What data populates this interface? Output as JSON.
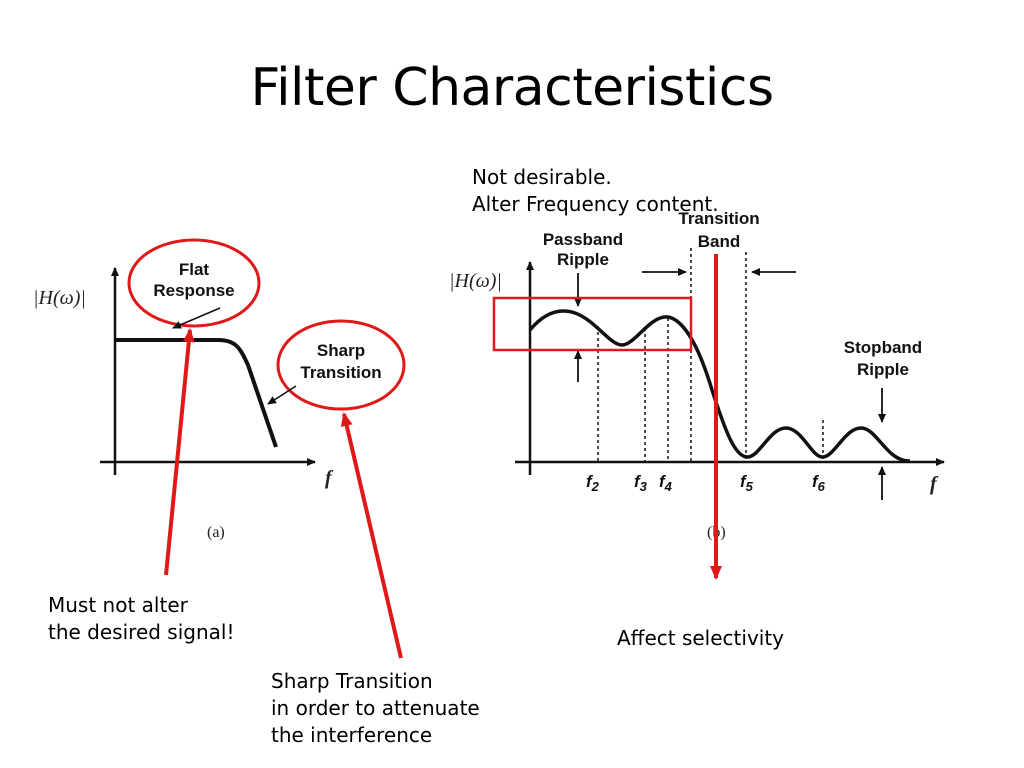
{
  "title": "Filter Characteristics",
  "colors": {
    "annotation": "#e01818",
    "curve": "#111111"
  },
  "figure_a": {
    "axis_y_label": "|H(ω)|",
    "axis_x_label": "f",
    "caption": "(a)",
    "flat_label": [
      "Flat",
      "Response"
    ],
    "sharp_label": [
      "Sharp",
      "Transition"
    ]
  },
  "figure_b": {
    "axis_y_label": "|H(ω)|",
    "axis_x_label": "f",
    "caption": "(b)",
    "passband_label": [
      "Passband",
      "Ripple"
    ],
    "transition_label": [
      "Transition",
      "Band"
    ],
    "stopband_label": [
      "Stopband",
      "Ripple"
    ],
    "freq_labels": [
      {
        "base": "f",
        "sub": "2"
      },
      {
        "base": "f",
        "sub": "3"
      },
      {
        "base": "f",
        "sub": "4"
      },
      {
        "base": "f",
        "sub": "5"
      },
      {
        "base": "f",
        "sub": "6"
      }
    ]
  },
  "notes": {
    "not_desirable": [
      "Not desirable.",
      "Alter Frequency content."
    ],
    "must_not_alter": [
      "Must not alter",
      "the desired signal!"
    ],
    "sharp_transition": [
      "Sharp Transition",
      "in order to attenuate",
      "the interference"
    ],
    "affect_selectivity": "Affect selectivity"
  }
}
